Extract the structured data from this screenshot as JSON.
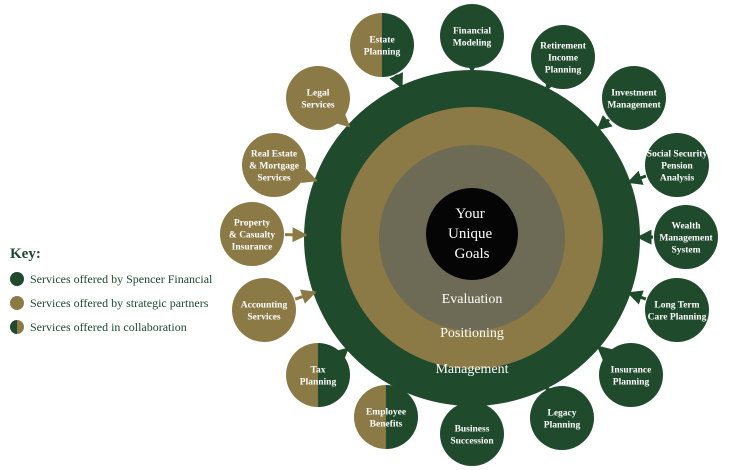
{
  "center": {
    "lines": [
      "Your",
      "Unique",
      "Goals"
    ]
  },
  "rings": {
    "inner": "Evaluation",
    "middle": "Positioning",
    "outer": "Management"
  },
  "services": [
    {
      "lines": [
        "Financial",
        "Modeling"
      ],
      "provider": "spencer"
    },
    {
      "lines": [
        "Retirement",
        "Income",
        "Planning"
      ],
      "provider": "spencer"
    },
    {
      "lines": [
        "Investment",
        "Management"
      ],
      "provider": "spencer"
    },
    {
      "lines": [
        "Social Security",
        "Pension",
        "Analysis"
      ],
      "provider": "spencer"
    },
    {
      "lines": [
        "Wealth",
        "Management",
        "System"
      ],
      "provider": "spencer"
    },
    {
      "lines": [
        "Long Term",
        "Care Planning"
      ],
      "provider": "spencer"
    },
    {
      "lines": [
        "Insurance",
        "Planning"
      ],
      "provider": "spencer"
    },
    {
      "lines": [
        "Legacy",
        "Planning"
      ],
      "provider": "spencer"
    },
    {
      "lines": [
        "Business",
        "Succession"
      ],
      "provider": "spencer"
    },
    {
      "lines": [
        "Employee",
        "Benefits"
      ],
      "provider": "collaboration"
    },
    {
      "lines": [
        "Tax",
        "Planning"
      ],
      "provider": "collaboration"
    },
    {
      "lines": [
        "Accounting",
        "Services"
      ],
      "provider": "partners"
    },
    {
      "lines": [
        "Property",
        "& Casualty",
        "Insurance"
      ],
      "provider": "partners"
    },
    {
      "lines": [
        "Real Estate",
        "& Mortgage",
        "Services"
      ],
      "provider": "partners"
    },
    {
      "lines": [
        "Legal",
        "Services"
      ],
      "provider": "partners"
    },
    {
      "lines": [
        "Estate",
        "Planning"
      ],
      "provider": "collaboration"
    }
  ],
  "key": {
    "title": "Key:",
    "items": [
      {
        "label": "Services offered by Spencer Financial",
        "provider": "spencer"
      },
      {
        "label": "Services offered by strategic partners",
        "provider": "partners"
      },
      {
        "label": "Services offered in collaboration",
        "provider": "collaboration"
      }
    ]
  },
  "colors": {
    "spencer_green": "#1f4a2c",
    "partner_tan": "#8c7a46",
    "inner_gray": "#6d6b55",
    "center_black": "#050505",
    "text_light": "#ffffff"
  }
}
